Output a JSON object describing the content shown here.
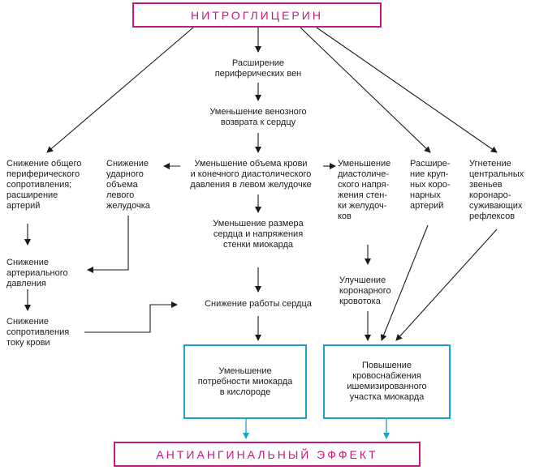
{
  "title": "НИТРОГЛИЦЕРИН",
  "nodes": {
    "veins": "Расширение\nпериферических вен",
    "venous_return": "Уменьшение венозного\nвозврата к сердцу",
    "blood_volume": "Уменьшение объема крови\nи конечного диастолического\nдавления в левом желудочке",
    "heart_size": "Уменьшение размера\nсердца и напряжения\nстенки миокарда",
    "heart_work": "Снижение работы сердца",
    "peripheral_resistance": "Снижение общего\nпериферического\nсопротивления;\nрасширение\nартерий",
    "stroke_volume": "Снижение\nударного\nобъема\nлевого\nжелудочка",
    "arterial_pressure": "Снижение\nартериального\nдавления",
    "flow_resistance": "Снижение\nсопротивления\nтоку крови",
    "diastolic_tension": "Уменьшение\nдиастоличе-\nского напря-\nжения стен-\nки желудоч-\nков",
    "coronary_flow": "Улучшение\nкоронарного\nкровотока",
    "coronary_arteries": "Расшире-\nние круп-\nных коро-\nнарных\nартерий",
    "reflexes": "Угнетение\nцентральных\nзвеньев\nкоронаро-\nсуживающих\nрефлексов",
    "oxygen_demand": "Уменьшение\nпотребности миокарда\nв кислороде",
    "blood_supply": "Повышение\nкровоснабжения\nишемизированного\nучастка миокарда"
  },
  "result": "АНТИАНГИНАЛЬНЫЙ   ЭФФЕКТ",
  "colors": {
    "magenta": "#c21b7f",
    "cyan": "#1ea2c9",
    "arrow": "#1a1a1a"
  }
}
